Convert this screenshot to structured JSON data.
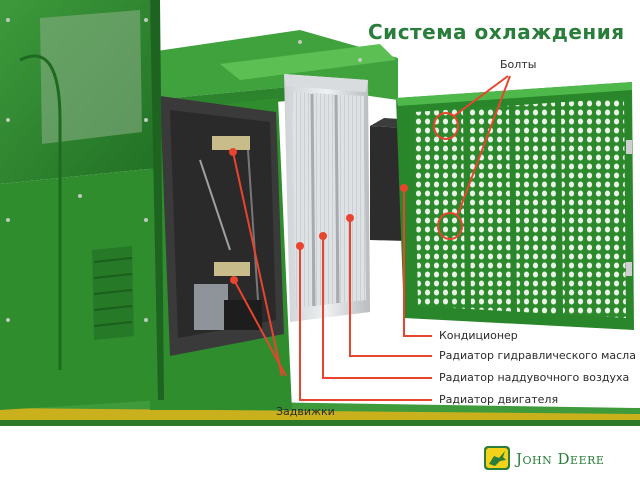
{
  "title": "Система охлаждения",
  "labels": {
    "bolts": "Болты",
    "ac_condenser": "Кондиционер",
    "hydraulic_oil_cooler": "Радиатор гидравлического масла",
    "charge_air_cooler": "Радиатор наддувочного воздуха",
    "engine_radiator": "Радиатор двигателя",
    "latches": "Задвижки"
  },
  "brand": {
    "name": "JOHN DEERE",
    "display": "John Deere"
  },
  "colors": {
    "machine_green": "#3a9a3a",
    "dark_green": "#1f6a22",
    "callout_red": "#e8442e",
    "title_green": "#2a7d3a",
    "brand_yellow": "#f5d21a"
  }
}
